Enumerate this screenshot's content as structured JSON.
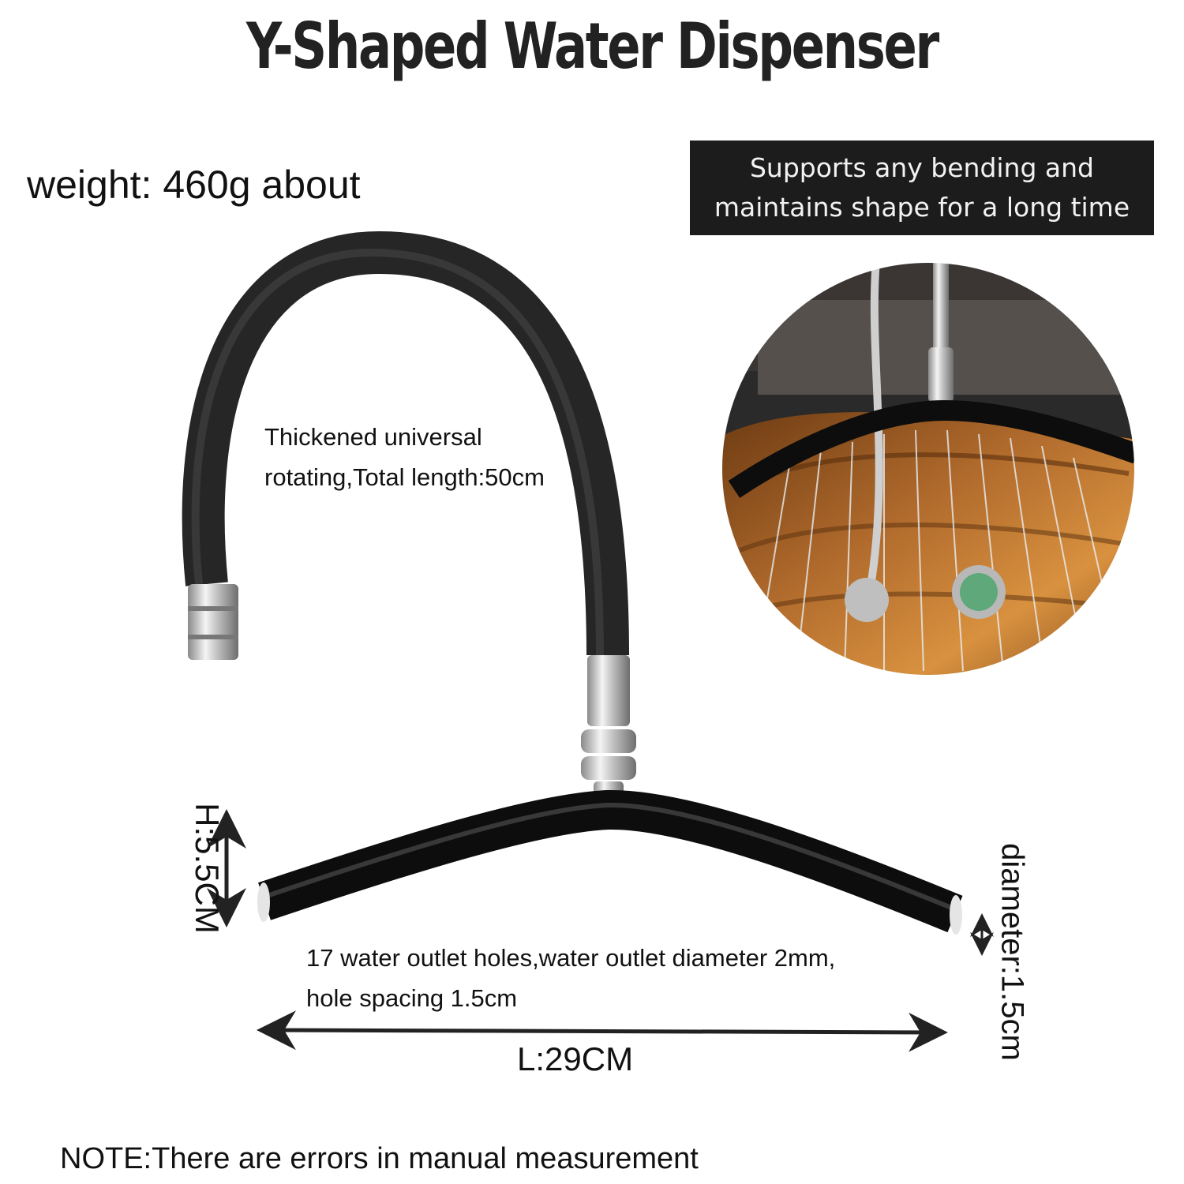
{
  "title": "Y-Shaped Water Dispenser",
  "weight": "weight: 460g about",
  "badge": {
    "line1": "Supports any bending and",
    "line2": "maintains shape for a long time"
  },
  "hose": {
    "line1": "Thickened universal",
    "line2": "rotating,Total length:50cm"
  },
  "holes": {
    "line1": "17 water outlet holes,water outlet diameter 2mm,",
    "line2": "hole spacing 1.5cm"
  },
  "dimensions": {
    "height": "H:5.5CM",
    "length": "L:29CM",
    "diameter": "diameter:1.5cm"
  },
  "note": "NOTE:There are errors in manual measurement",
  "colors": {
    "hose": "#2b2b2b",
    "pipe": "#0d0d0d",
    "badge_bg": "#1c1c1c",
    "wood": "#9a5a22"
  }
}
